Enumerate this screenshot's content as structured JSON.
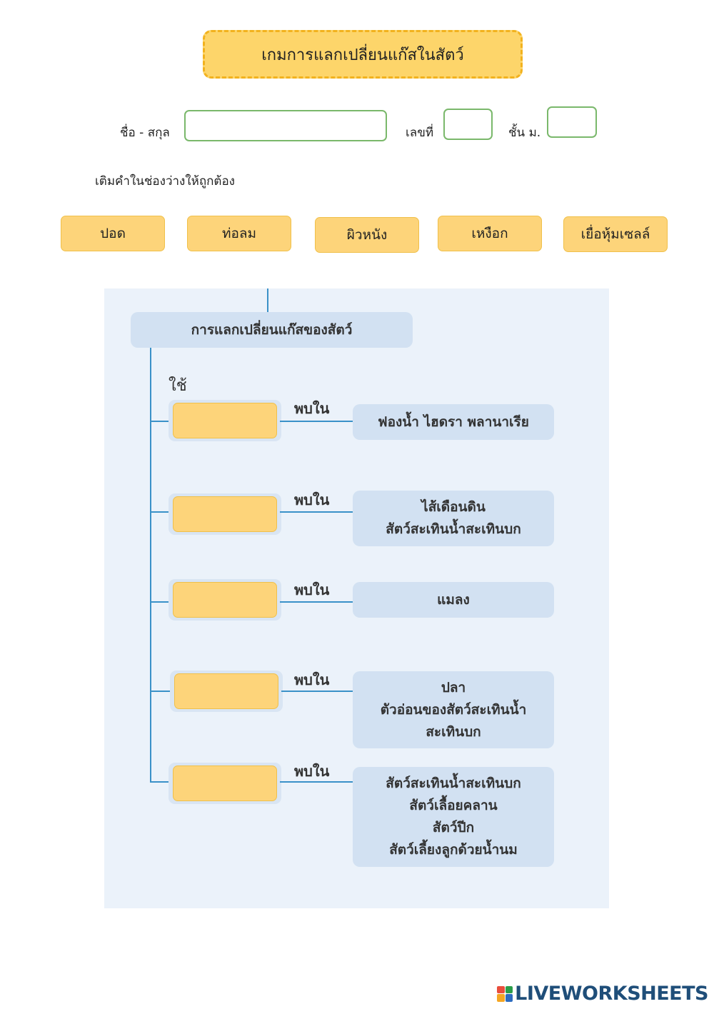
{
  "title": "เกมการแลกเปลี่ยนแก๊สในสัตว์",
  "form": {
    "name_label": "ชื่อ - สกุล",
    "name_value": "",
    "number_label": "เลขที่",
    "number_value": "",
    "class_label": "ชั้น ม.",
    "class_value": ""
  },
  "instruction": "เติมคำในช่องว่างให้ถูกต้อง",
  "choices": [
    "ปอด",
    "ท่อลม",
    "ผิวหนัง",
    "เหงือก",
    "เยื่อหุ้มเซลล์"
  ],
  "diagram": {
    "root": "การแลกเปลี่ยนแก๊สของสัตว์",
    "use_label": "ใช้",
    "found_in_label": "พบใน",
    "branches": [
      {
        "answer": "",
        "lines": [
          "ฟองน้ำ ไฮดรา พลานาเรีย"
        ]
      },
      {
        "answer": "",
        "lines": [
          "ไส้เดือนดิน",
          "สัตว์สะเทินน้ำสะเทินบก"
        ]
      },
      {
        "answer": "",
        "lines": [
          "แมลง"
        ]
      },
      {
        "answer": "",
        "lines": [
          "ปลา",
          "ตัวอ่อนของสัตว์สะเทินน้ำ",
          "สะเทินบก"
        ]
      },
      {
        "answer": "",
        "lines": [
          "สัตว์สะเทินน้ำสะเทินบก",
          "สัตว์เลื้อยคลาน",
          "สัตว์ปีก",
          "สัตว์เลี้ยงลูกด้วยน้ำนม"
        ]
      }
    ]
  },
  "brand": {
    "name": "LIVEWORKSHEETS",
    "logo_colors": [
      "#e94e3c",
      "#2a9d49",
      "#f5a623",
      "#2d6cc0"
    ]
  }
}
